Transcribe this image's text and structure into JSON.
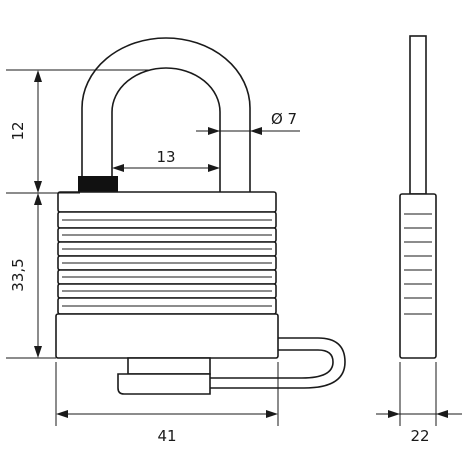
{
  "diagram": {
    "dimensions": {
      "shackle_height": "12",
      "body_height": "33,5",
      "shackle_inner_width": "13",
      "shackle_diameter": "Ø 7",
      "body_width": "41",
      "thickness": "22"
    },
    "colors": {
      "line": "#1a1a1a",
      "background": "#ffffff",
      "gasket": "#111111"
    }
  }
}
